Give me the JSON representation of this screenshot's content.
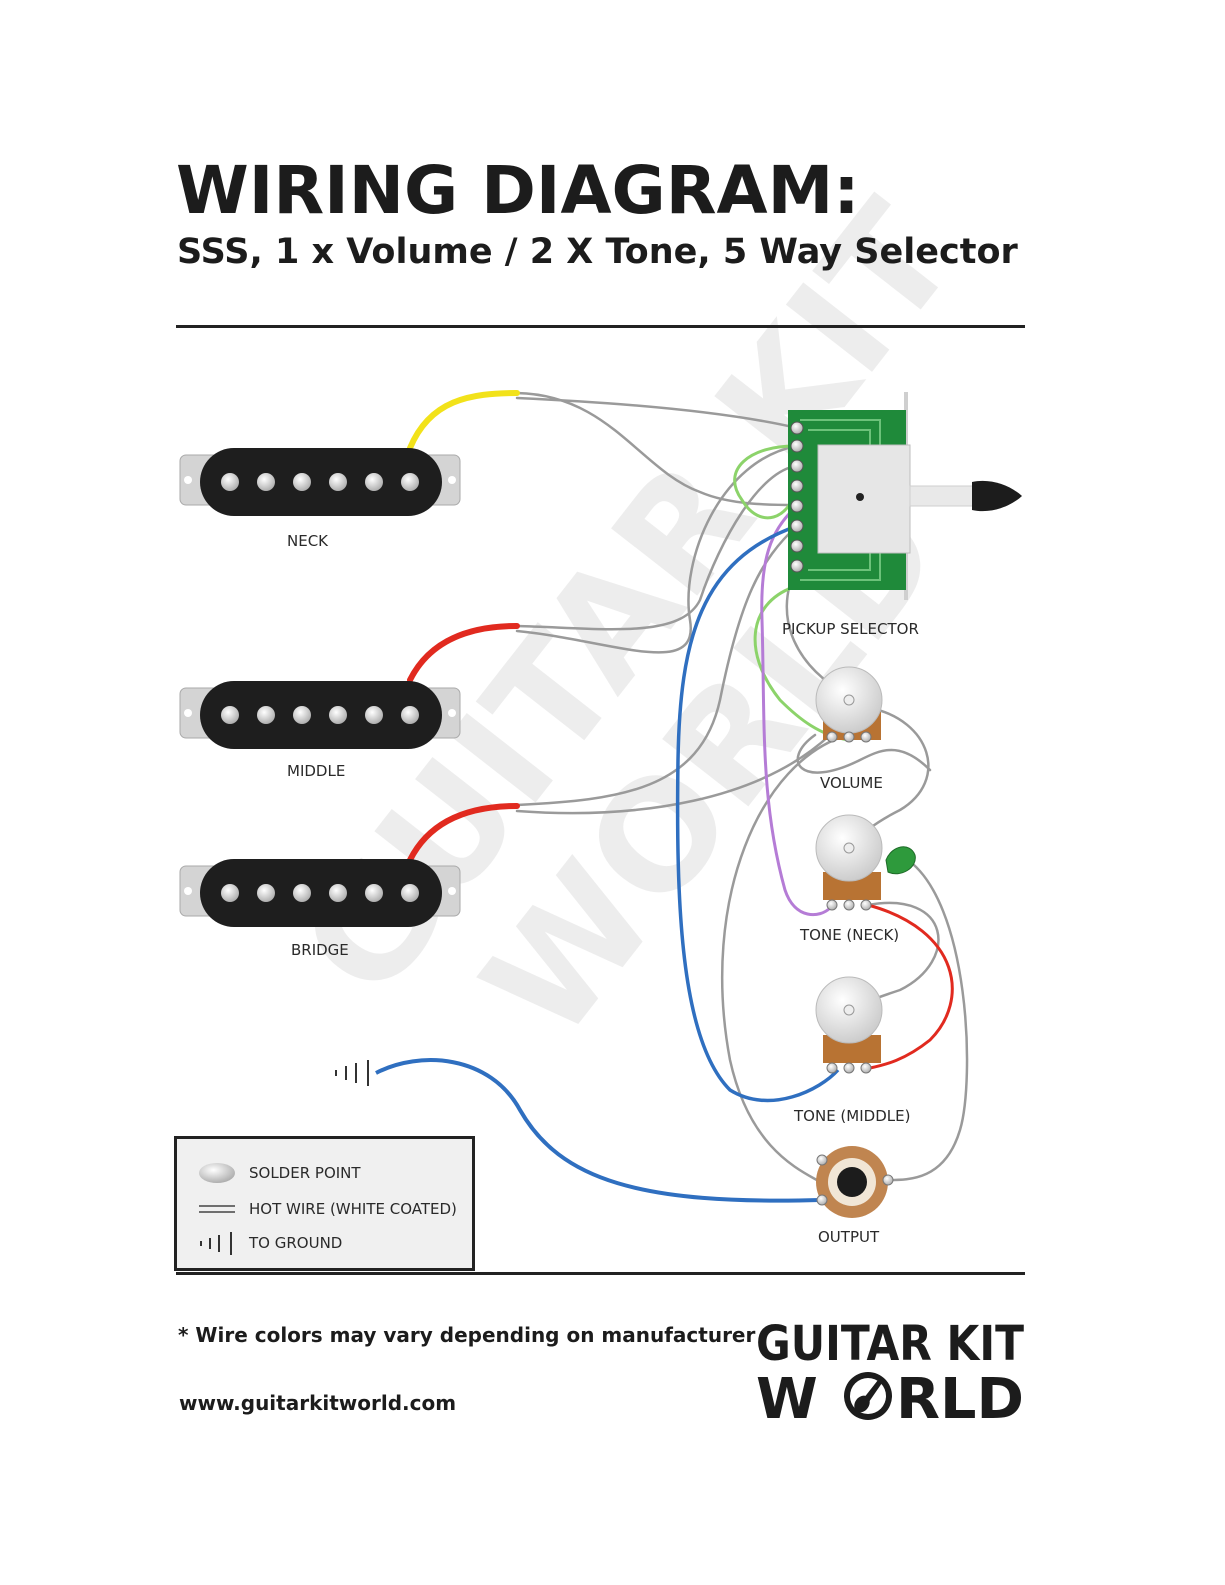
{
  "header": {
    "title": "WIRING DIAGRAM:",
    "subtitle": "SSS, 1 x Volume /  2 X Tone, 5 Way Selector"
  },
  "components": {
    "neck": "NECK",
    "middle": "MIDDLE",
    "bridge": "BRIDGE",
    "pickup_selector": "PICKUP SELECTOR",
    "volume": "VOLUME",
    "tone_neck": "TONE (NECK)",
    "tone_middle": "TONE (MIDDLE)",
    "output": "OUTPUT"
  },
  "legend": {
    "solder_point": "SOLDER POINT",
    "hot_wire": "HOT WIRE (WHITE COATED)",
    "to_ground": "TO GROUND"
  },
  "footer": {
    "note": "* Wire colors may vary depending on manufacturer",
    "url": "www.guitarkitworld.com",
    "logo_line1": "GUITAR KIT",
    "logo_line2": "W",
    "logo_line2_rest": "RLD"
  },
  "watermark": {
    "line1": "GUITAR KIT",
    "line2": "WORLD"
  },
  "colors": {
    "yellow_wire": "#f2e21a",
    "red_wire": "#e12a1f",
    "blue_wire": "#2f6fc0",
    "green_wire": "#8cd36a",
    "purple_wire": "#b57cd6",
    "gray_wire": "#9a9a9a",
    "selector_board": "#1f8a3a",
    "capacitor": "#2e9a3c",
    "pickup_body": "#1e1e1e",
    "pot_body": "#d9d9d9",
    "pot_base": "#b87333"
  }
}
